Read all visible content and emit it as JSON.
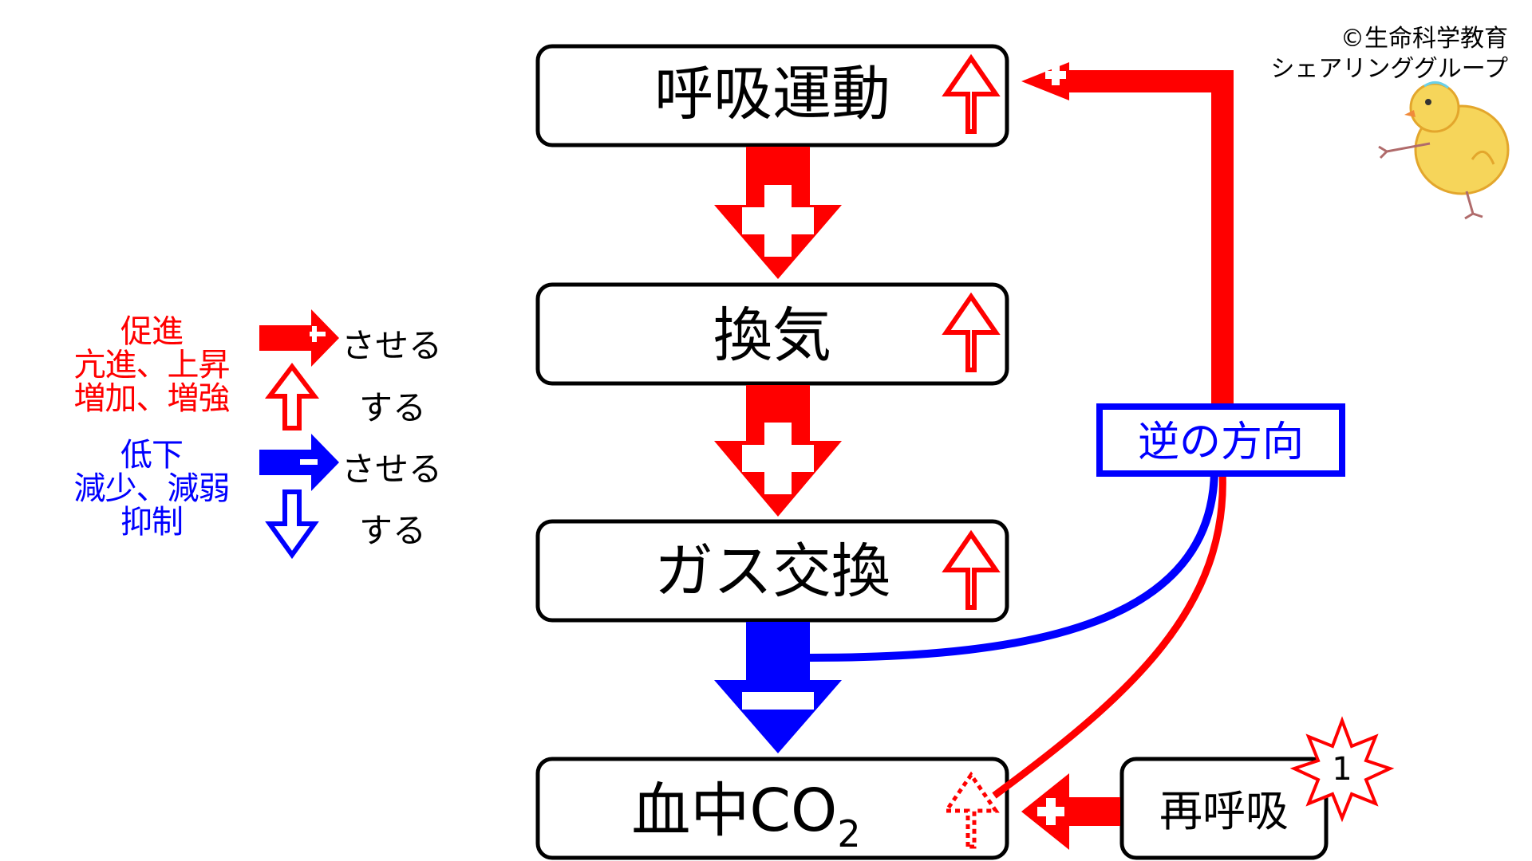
{
  "legend": {
    "promote_text": [
      "促進",
      "亢進、上昇",
      "増加、増強"
    ],
    "inhibit_text": [
      "低下",
      "減少、減弱",
      "抑制"
    ],
    "cause_verb": "させる",
    "do_verb": "する"
  },
  "boxes": {
    "respiratory_movement": "呼吸運動",
    "ventilation": "換気",
    "gas_exchange": "ガス交換",
    "blood_co2_main": "血中CO",
    "blood_co2_sub": "2",
    "rebreathing": "再呼吸"
  },
  "feedback_label": "逆の方向",
  "note_badge": "1",
  "copyright": [
    "©生命科学教育",
    "シェアリンググループ"
  ],
  "colors": {
    "red": "#ff0000",
    "blue": "#0000ff",
    "black": "#000000"
  }
}
